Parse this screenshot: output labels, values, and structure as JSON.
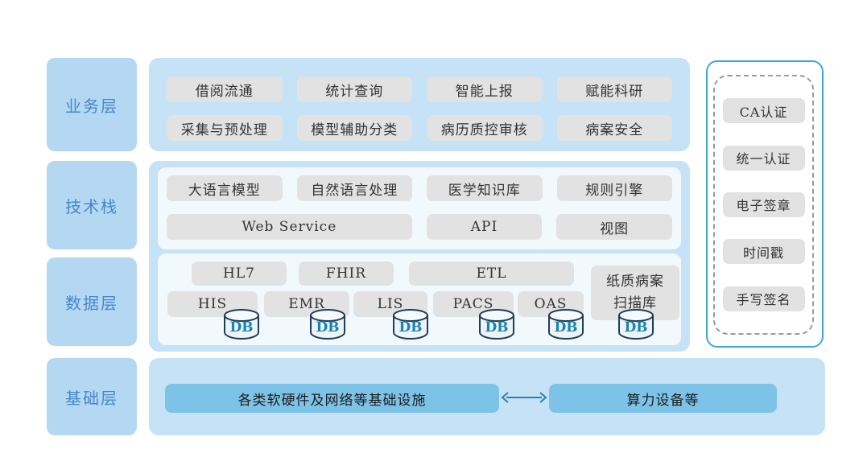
{
  "colors": {
    "band_blue": "#c5e2f6",
    "label_fill_blue": "#b5d8f2",
    "label_text_blue": "#4587cb",
    "panel_bg": "#f2f9fd",
    "node_gray": "#e2e2e2",
    "node_text": "#333333",
    "base_box_blue": "#7dc3e8",
    "security_border_blue": "#3fa8d9",
    "dashed_border_gray": "#9a9a9a",
    "db_stroke_navy": "#1e3d5c",
    "db_text_teal": "#1784b0",
    "arrow_blue": "#2980b9"
  },
  "layers": [
    "业务层",
    "技术栈",
    "数据层",
    "基础层"
  ],
  "business": {
    "row1": [
      "借阅流通",
      "统计查询",
      "智能上报",
      "赋能科研"
    ],
    "row2": [
      "采集与预处理",
      "模型辅助分类",
      "病历质控审核",
      "病案安全"
    ]
  },
  "tech": {
    "row1": [
      "大语言模型",
      "自然语言处理",
      "医学知识库",
      "规则引擎"
    ],
    "row2": [
      "Web Service",
      "API",
      "视图"
    ]
  },
  "data_layer": {
    "row1": [
      "HL7",
      "FHIR",
      "ETL"
    ],
    "row2": [
      "HIS",
      "EMR",
      "LIS",
      "PACS",
      "OAS"
    ],
    "paper_archive": "纸质病案扫描库",
    "db_label": "DB"
  },
  "security": {
    "items": [
      "CA认证",
      "统一认证",
      "电子签章",
      "时间戳",
      "手写签名"
    ]
  },
  "base": {
    "left_box": "各类软硬件及网络等基础设施",
    "right_box": "算力设备等"
  }
}
